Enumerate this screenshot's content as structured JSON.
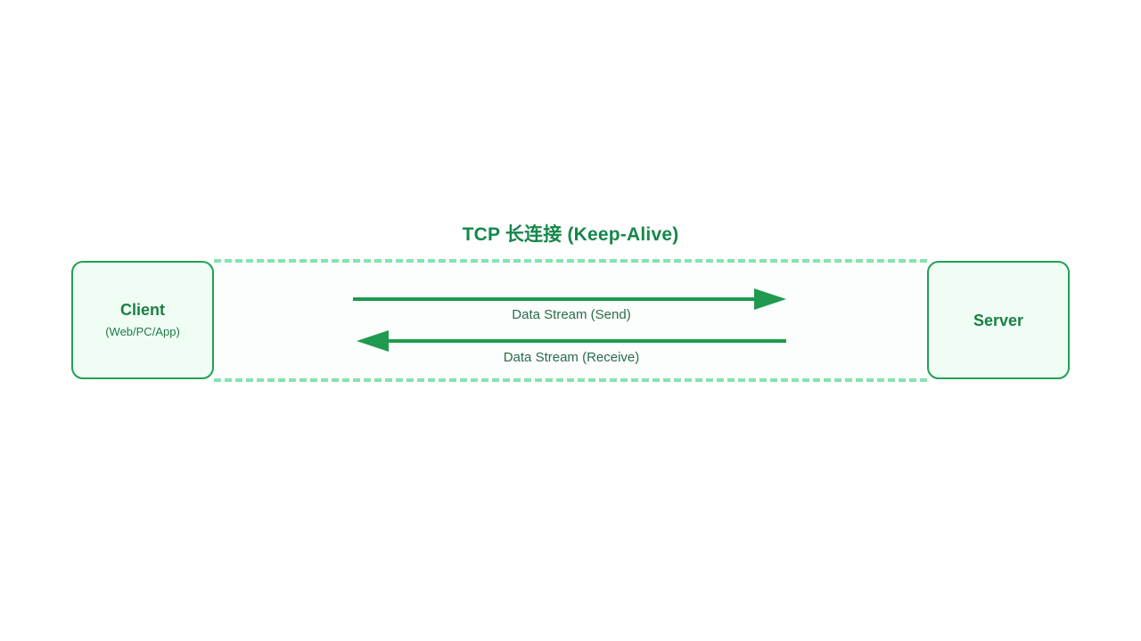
{
  "diagram": {
    "title": "TCP 长连接 (Keep-Alive)",
    "colors": {
      "accent": "#22a055",
      "title_text": "#16874a",
      "node_border": "#22a055",
      "node_fill": "#f0fdf4",
      "node_text": "#1a7f45",
      "tunnel_dash": "#86e3ae",
      "tunnel_fill": "#fbfefc",
      "arrow": "#1f9a4f",
      "label_text": "#2c6b49",
      "background": "#ffffff"
    },
    "nodes": [
      {
        "id": "client",
        "title": "Client",
        "subtitle": "(Web/PC/App)"
      },
      {
        "id": "server",
        "title": "Server",
        "subtitle": ""
      }
    ],
    "flows": [
      {
        "id": "send",
        "label": "Data Stream (Send)",
        "direction": "right",
        "from": "client",
        "to": "server"
      },
      {
        "id": "receive",
        "label": "Data Stream (Receive)",
        "direction": "left",
        "from": "server",
        "to": "client"
      }
    ]
  }
}
